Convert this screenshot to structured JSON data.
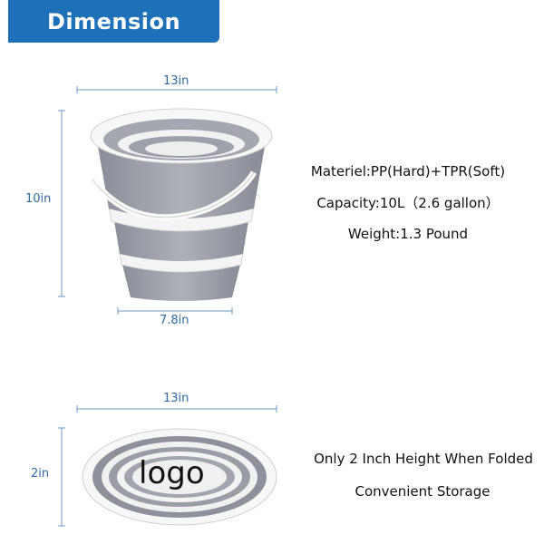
{
  "banner": {
    "title": "Dimension"
  },
  "dimensions": {
    "top_width": "13in",
    "height": "10in",
    "base_width": "7.8in",
    "folded_width": "13in",
    "folded_height": "2in"
  },
  "specs": {
    "material": "Materiel:PP(Hard)+TPR(Soft)",
    "capacity": "Capacity:10L（2.6 gallon）",
    "weight": "Weight:1.3 Pound",
    "folded_note": "Only 2 Inch Height When Folded",
    "storage_note": "Convenient Storage"
  },
  "folded_bucket": {
    "logo": "logo"
  },
  "colors": {
    "banner": "#1e71b8",
    "dimension_lines": "#6f97c4",
    "bucket_rim": "#f4f4f4",
    "bucket_body": "#9c9ea8"
  }
}
